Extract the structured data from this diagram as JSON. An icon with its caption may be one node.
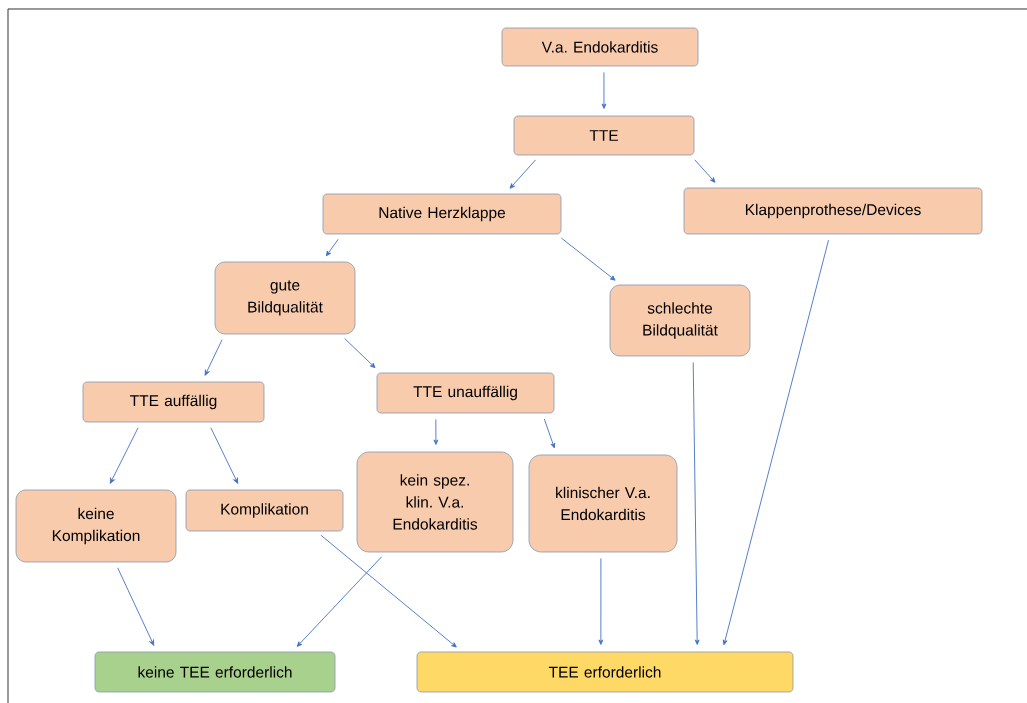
{
  "diagram": {
    "nodes": [
      {
        "text": [
          "V.a. Endokarditis"
        ]
      },
      {
        "text": [
          "TTE"
        ]
      },
      {
        "text": [
          "Native Herzklappe"
        ]
      },
      {
        "text": [
          "Klappenprothese/Devices"
        ]
      },
      {
        "text": [
          "gute Bildqualität"
        ]
      },
      {
        "text": [
          "schlechte Bildqualität"
        ]
      },
      {
        "text": [
          "TTE auffällig"
        ]
      },
      {
        "text": [
          "TTE unauffällig"
        ]
      },
      {
        "text": [
          "keine Komplikation"
        ]
      },
      {
        "text": [
          "Komplikation"
        ]
      },
      {
        "text": [
          "kein spez. klin. V.a. Endokarditis"
        ]
      },
      {
        "text": [
          "klinischer V.a. Endokarditis"
        ]
      },
      {
        "text": [
          "keine TEE erforderlich"
        ]
      },
      {
        "text": [
          "TEE erforderlich"
        ]
      }
    ],
    "edges": [
      {
        "from": 0,
        "to": 1,
        "arrow": "to"
      },
      {
        "from": 1,
        "to": 2,
        "arrow": "to"
      },
      {
        "from": 1,
        "to": 3,
        "arrow": "to"
      },
      {
        "from": 2,
        "to": 4,
        "arrow": "to"
      },
      {
        "from": 2,
        "to": 5,
        "arrow": "to"
      },
      {
        "from": 4,
        "to": 6,
        "arrow": "to"
      },
      {
        "from": 4,
        "to": 7,
        "arrow": "to"
      },
      {
        "from": 6,
        "to": 8,
        "arrow": "to"
      },
      {
        "from": 6,
        "to": 9,
        "arrow": "to"
      },
      {
        "from": 7,
        "to": 10,
        "arrow": "to"
      },
      {
        "from": 7,
        "to": 11,
        "arrow": "to"
      },
      {
        "from": 8,
        "to": 12,
        "arrow": "to"
      },
      {
        "from": 10,
        "to": 12,
        "arrow": "to"
      },
      {
        "from": 9,
        "to": 13,
        "arrow": "to"
      },
      {
        "from": 11,
        "to": 13,
        "arrow": "to"
      },
      {
        "from": 5,
        "to": 13,
        "arrow": "to"
      },
      {
        "from": 3,
        "to": 13,
        "arrow": "to"
      }
    ]
  }
}
